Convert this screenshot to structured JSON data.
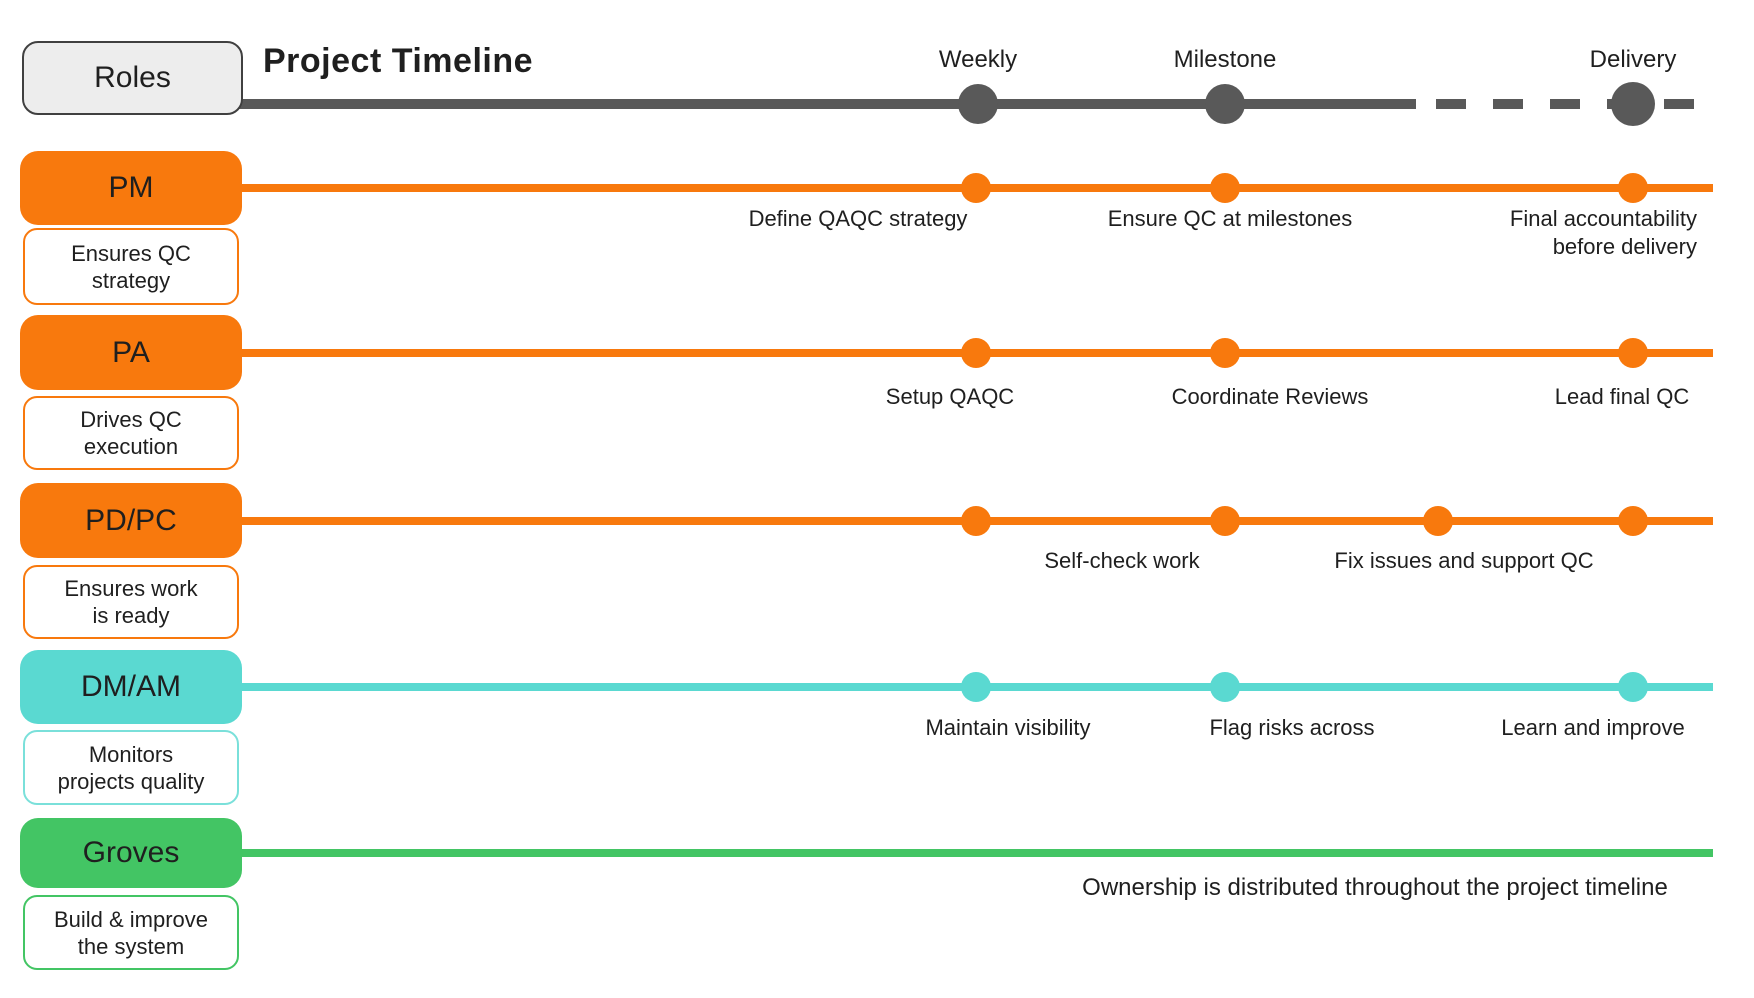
{
  "header": {
    "roles_label": "Roles",
    "title": "Project Timeline",
    "markers": [
      {
        "label": "Weekly"
      },
      {
        "label": "Milestone"
      },
      {
        "label": "Delivery"
      }
    ]
  },
  "colors": {
    "orange": "#F8790D",
    "teal": "#5AD9D1",
    "green": "#43C564",
    "timeline_gray": "#595959",
    "roles_box_fill": "#EDEDED",
    "roles_box_border": "#404040",
    "text": "#1F1F1F"
  },
  "rows": [
    {
      "role": "PM",
      "subtitle": "Ensures QC\nstrategy",
      "color": "orange",
      "labels": [
        "Define QAQC strategy",
        "Ensure QC at milestones",
        "Final accountability\nbefore delivery"
      ]
    },
    {
      "role": "PA",
      "subtitle": "Drives QC\nexecution",
      "color": "orange",
      "labels": [
        "Setup QAQC",
        "Coordinate Reviews",
        "Lead final QC"
      ]
    },
    {
      "role": "PD/PC",
      "subtitle": "Ensures work\nis ready",
      "color": "orange",
      "labels": [
        "Self-check work",
        "Fix issues and support QC"
      ]
    },
    {
      "role": "DM/AM",
      "subtitle": "Monitors\nprojects quality",
      "color": "teal",
      "labels": [
        "Maintain visibility",
        "Flag risks across",
        "Learn and improve"
      ]
    },
    {
      "role": "Groves",
      "subtitle": "Build & improve\nthe system",
      "color": "green",
      "labels": [
        "Ownership is distributed throughout the project timeline"
      ]
    }
  ]
}
